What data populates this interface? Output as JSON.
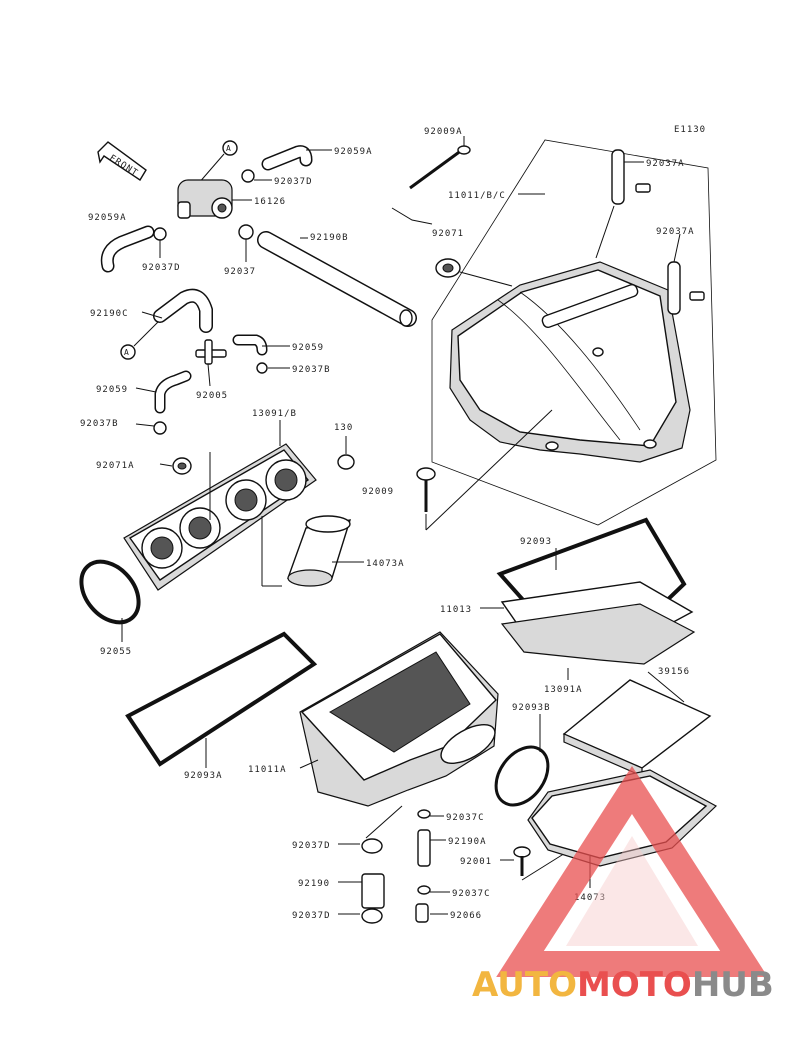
{
  "diagram": {
    "ref_code": "E1130",
    "front_label": "FRONT",
    "circle_marker": "A",
    "labels": {
      "p92009A": "92009A",
      "p11011BC": "11011/B/C",
      "p92037A_1": "92037A",
      "p92037A_2": "92037A",
      "p92071": "92071",
      "p92059A_top": "92059A",
      "p92037D_1": "92037D",
      "p16126": "16126",
      "p92059A_left": "92059A",
      "p92037D_2": "92037D",
      "p92037": "92037",
      "p92190B": "92190B",
      "p92190C": "92190C",
      "p92059_1": "92059",
      "p92037B_1": "92037B",
      "p92005": "92005",
      "p92059_2": "92059",
      "p92037B_2": "92037B",
      "p13091B": "13091/B",
      "p130": "130",
      "p92071A": "92071A",
      "p92009": "92009",
      "p14073A": "14073A",
      "p92055": "92055",
      "p92093": "92093",
      "p11013": "11013",
      "p13091A": "13091A",
      "p39156": "39156",
      "p92093B": "92093B",
      "p92093A": "92093A",
      "p11011A": "11011A",
      "p92037C_1": "92037C",
      "p92037D_3": "92037D",
      "p92190A": "92190A",
      "p92001": "92001",
      "p92190": "92190",
      "p92037C_2": "92037C",
      "p14073": "14073",
      "p92037D_4": "92037D",
      "p92066": "92066"
    }
  },
  "watermark": {
    "part1": "AUTO",
    "part2": "MOTO",
    "part3": "HUB",
    "color1": "#f2b640",
    "color2": "#e94f4f",
    "color3": "#8a8a8a",
    "triangle_color": "#e94f4f"
  }
}
